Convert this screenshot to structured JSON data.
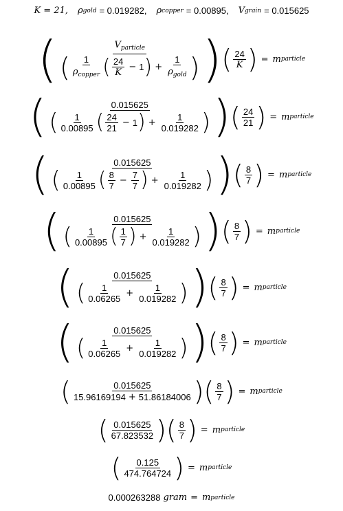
{
  "given": {
    "k_label": "K = 21,",
    "rho_gold_var": "ρ",
    "rho_gold_sub": "gold",
    "rho_gold_val": "= 0.019282,",
    "rho_copper_var": "ρ",
    "rho_copper_sub": "copper",
    "rho_copper_val": "= 0.00895,",
    "v_grain_var": "V",
    "v_grain_sub": "grain",
    "v_grain_val": "= 0.015625"
  },
  "symbols": {
    "v_particle": "V",
    "v_particle_sub": "particle",
    "m": "m",
    "m_sub": "particle",
    "rho": "ρ",
    "copper": "copper",
    "gold": "gold",
    "K": "K",
    "one": "1",
    "twenty_four": "24",
    "minus": "−",
    "plus": "+",
    "equals": "="
  },
  "values": {
    "v": "0.015625",
    "rho_cu": "0.00895",
    "rho_au": "0.019282",
    "twenty_one": "21",
    "eight": "8",
    "seven": "7",
    "inv_cu_frac": "0.06265",
    "sum_left": "15.96169194",
    "sum_right": "51.86184006",
    "sum_total": "67.823532",
    "num_final": "0.125",
    "den_final": "474.764724",
    "answer": "0.000263288",
    "unit": "gram"
  }
}
